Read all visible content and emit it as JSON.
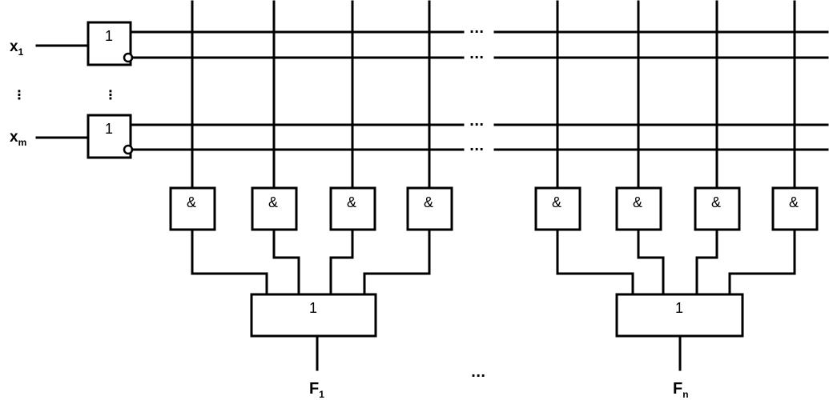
{
  "inputs": [
    {
      "label": "x",
      "subscript": "1"
    },
    {
      "label": "x",
      "subscript": "m"
    }
  ],
  "outputs": [
    {
      "label": "F",
      "subscript": "1"
    },
    {
      "label": "F",
      "subscript": "n"
    }
  ],
  "gates": {
    "not_label": "1",
    "and_label": "&",
    "or_label": "1"
  },
  "ellipsis": {
    "horizontal": "···",
    "vertical": "⋮"
  }
}
